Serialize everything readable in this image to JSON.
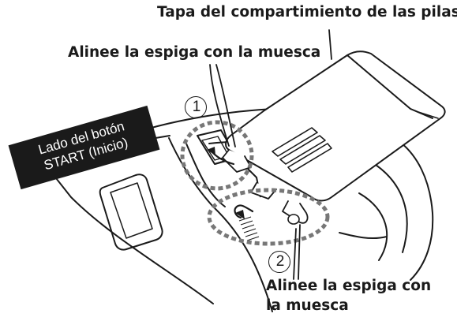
{
  "labels": {
    "cover": "Tapa del compartimiento de las pilas",
    "pin_top": "Alinee la espiga con la muesca",
    "pin_bottom_line1": "Alinee la espiga con",
    "pin_bottom_line2": "la muesca"
  },
  "badge": {
    "line1": "Lado del botón",
    "line2": "START (Inicio)"
  },
  "steps": {
    "first": "1",
    "second": "2"
  },
  "colors": {
    "outline": "#1a1a1a",
    "highlight_dash": "#777777",
    "cover_fill": "#ffffff"
  }
}
